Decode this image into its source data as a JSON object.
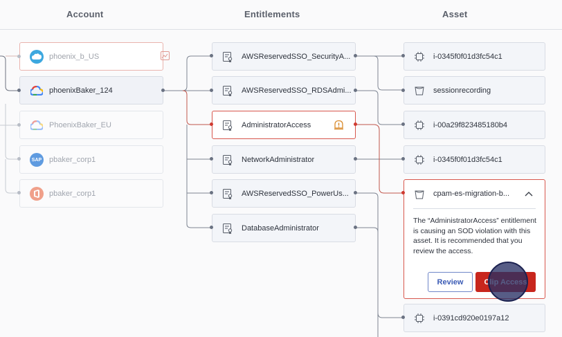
{
  "columns": {
    "account": "Account",
    "entitlements": "Entitlements",
    "asset": "Asset"
  },
  "accounts": [
    {
      "name": "phoenix_b_US",
      "logo": "salesforce-logo",
      "state": "dim-flagged"
    },
    {
      "name": "phoenixBaker_124",
      "logo": "google-cloud-logo",
      "state": "active"
    },
    {
      "name": "PhoenixBaker_EU",
      "logo": "google-cloud-logo",
      "state": "dim"
    },
    {
      "name": "pbaker_corp1",
      "logo": "sap-logo",
      "logo_text": "SAP",
      "state": "dim"
    },
    {
      "name": "pbaker_corp1",
      "logo": "office-logo",
      "state": "dim"
    }
  ],
  "entitlements": [
    {
      "name": "AWSReservedSSO_SecurityA..."
    },
    {
      "name": "AWSReservedSSO_RDSAdmi..."
    },
    {
      "name": "AdministratorAccess",
      "alert": true
    },
    {
      "name": "NetworkAdministrator"
    },
    {
      "name": "AWSReservedSSO_PowerUs..."
    },
    {
      "name": "DatabaseAdministrator"
    }
  ],
  "assets": [
    {
      "name": "i-0345f0f01d3fc54c1",
      "icon": "chip-icon"
    },
    {
      "name": "sessionrecording",
      "icon": "bucket-icon"
    },
    {
      "name": "i-00a29f823485180b4",
      "icon": "chip-icon"
    },
    {
      "name": "i-0345f0f01d3fc54c1",
      "icon": "chip-icon"
    },
    {
      "name": "cpam-es-migration-b...",
      "icon": "bucket-icon",
      "expanded": true
    },
    {
      "name": "i-0391cd920e0197a12",
      "icon": "chip-icon"
    }
  ],
  "expanded_card": {
    "message": "The “AdministratorAccess” entitlement is causing an SOD violation with this asset. It is recommended that you review the access.",
    "review_label": "Review",
    "clip_label": "Clip Access"
  },
  "colors": {
    "alert": "#d8574d",
    "primary": "#c8261d",
    "link": "#3b5bb5"
  }
}
